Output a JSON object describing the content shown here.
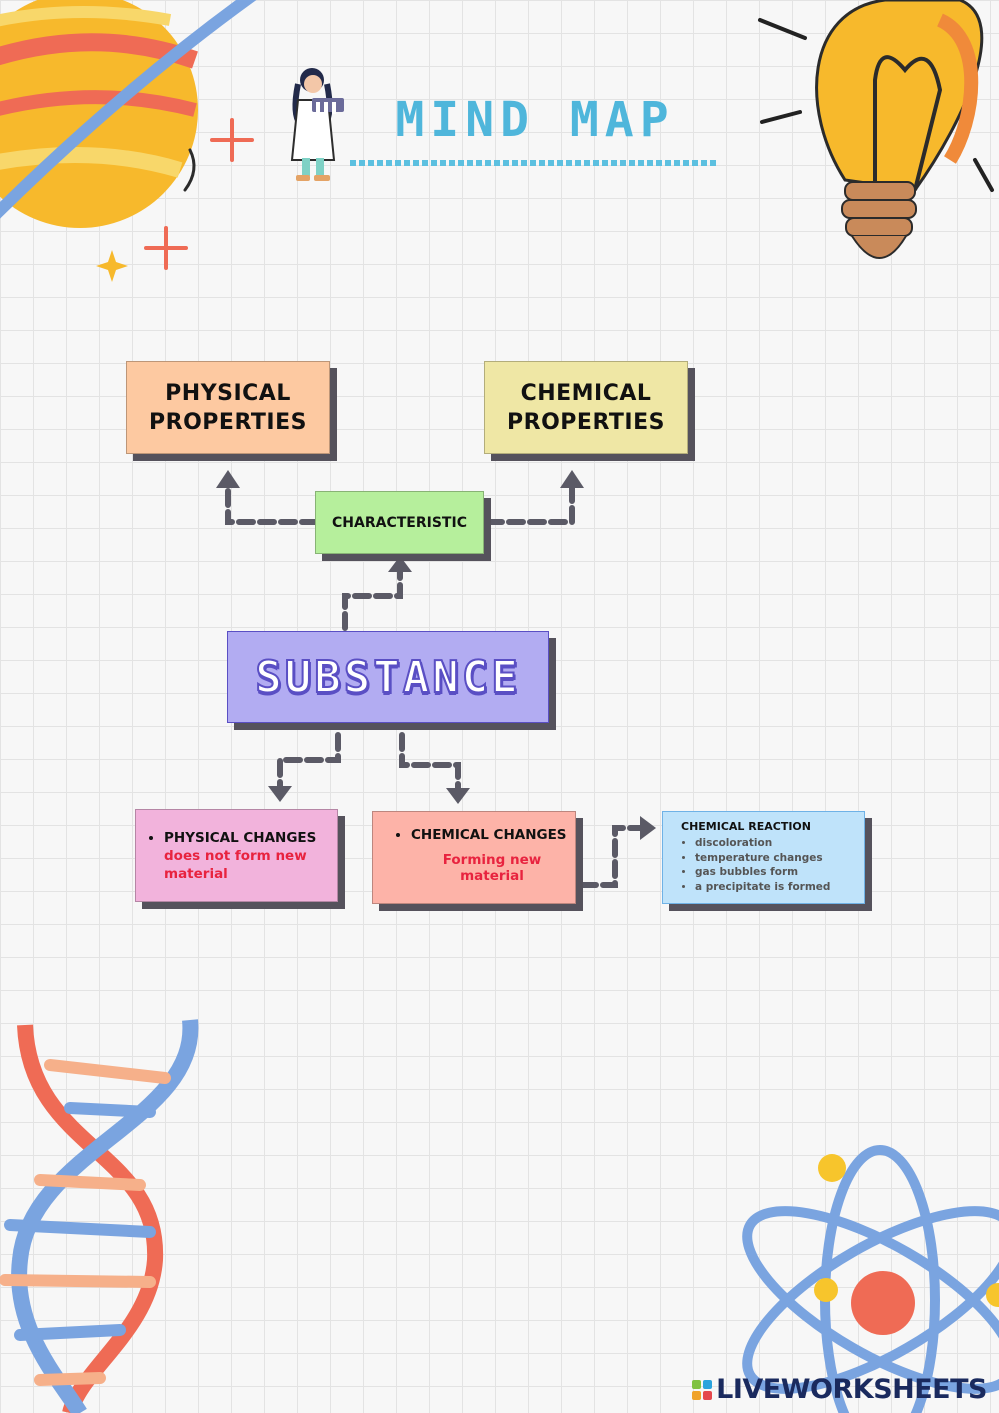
{
  "title": "MIND MAP",
  "nodes": {
    "physical_properties": "PHYSICAL PROPERTIES",
    "chemical_properties": "CHEMICAL PROPERTIES",
    "characteristic": "CHARACTERISTIC",
    "substance": "SUBSTANCE",
    "physical_changes": {
      "heading": "PHYSICAL CHANGES",
      "note": "does not form new material"
    },
    "chemical_changes": {
      "heading": "CHEMICAL CHANGES",
      "note": "Forming new material"
    },
    "chemical_reaction": {
      "heading": "CHEMICAL REACTION",
      "items": [
        "discoloration",
        "temperature changes",
        "gas bubbles form",
        "a precipitate is formed"
      ]
    }
  },
  "logo": "LIVEWORKSHEETS",
  "colors": {
    "physical_properties": "#fdc9a1",
    "chemical_properties": "#efe7a5",
    "characteristic": "#b6ef9c",
    "substance": "#b2acf2",
    "physical_changes": "#f2b3dc",
    "chemical_changes": "#fdb3a8",
    "chemical_reaction": "#bfe3fa",
    "note_red": "#e8233f",
    "title_blue": "#4fb6db"
  }
}
